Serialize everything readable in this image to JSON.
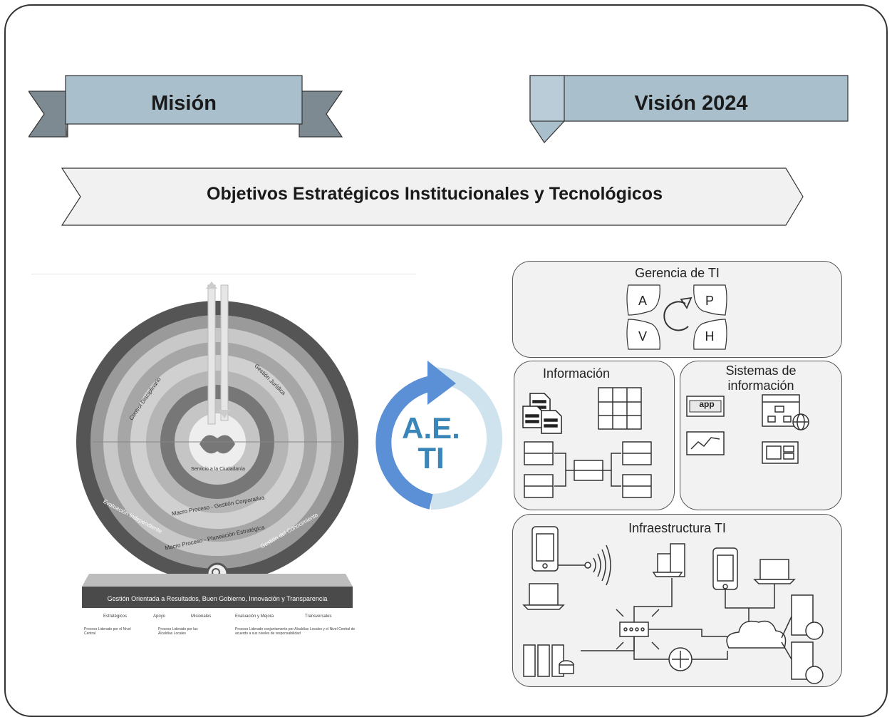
{
  "banners": {
    "mision": "Misión",
    "vision": "Visión 2024"
  },
  "objectives": "Objetivos Estratégicos Institucionales y Tecnológicos",
  "cycle_label": {
    "line1": "A.E.",
    "line2": "TI"
  },
  "boxes": {
    "gerencia": {
      "title": "Gerencia de TI",
      "letters": [
        "A",
        "P",
        "V",
        "H"
      ]
    },
    "informacion": {
      "title": "Información"
    },
    "sistemas": {
      "title_line1": "Sistemas de",
      "title_line2": "información",
      "app_label": "app"
    },
    "infraestructura": {
      "title": "Infraestructura TI"
    }
  },
  "process_map": {
    "base_label": "Gestión Orientada a Resultados, Buen Gobierno, Innovación y Transparencia",
    "legend_row1": [
      "Estratégicos",
      "Apoyo",
      "Misionales",
      "Evaluación y Mejora",
      "Transversales"
    ],
    "legend_row2": [
      "Proceso Liderado por el Nivel Central",
      "Proceso Liderado por las Alcaldías Locales",
      "Proceso Liderado conjuntamente por Alcaldías Locales y el Nivel Central de acuerdo a sus niveles de responsabilidad"
    ],
    "ring_labels": [
      "Evaluación Independiente",
      "Gestión del Conocimiento",
      "Macro Proceso - Planeación Estratégica",
      "Macro Proceso - Gestión Corporativa",
      "Gestión Jurídica",
      "Control Disciplinario",
      "Servicio a la Ciudadanía"
    ]
  },
  "colors": {
    "ribbon": "#a9bfcc",
    "ribbon_dark": "#6e7f8a",
    "cycle_dark": "#5b8fd6",
    "cycle_light": "#cfe3ee",
    "aeti_text": "#3a86b8"
  }
}
